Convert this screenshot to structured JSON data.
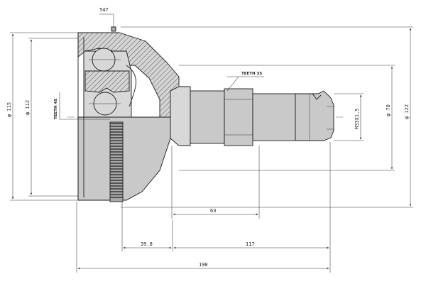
{
  "drawing": {
    "labels": {
      "weld": "547",
      "teeth_spline": "TEETH 35",
      "teeth_abs": "TEETH 45",
      "dia_outer": "φ 115",
      "dia_body": "φ 112",
      "dia_shaft": "φ 70",
      "dia_total": "φ 122",
      "thread": "M33X1.5",
      "len_spline": "63",
      "len_abs": "39.8",
      "len_shaft": "117",
      "len_total": "190"
    }
  }
}
